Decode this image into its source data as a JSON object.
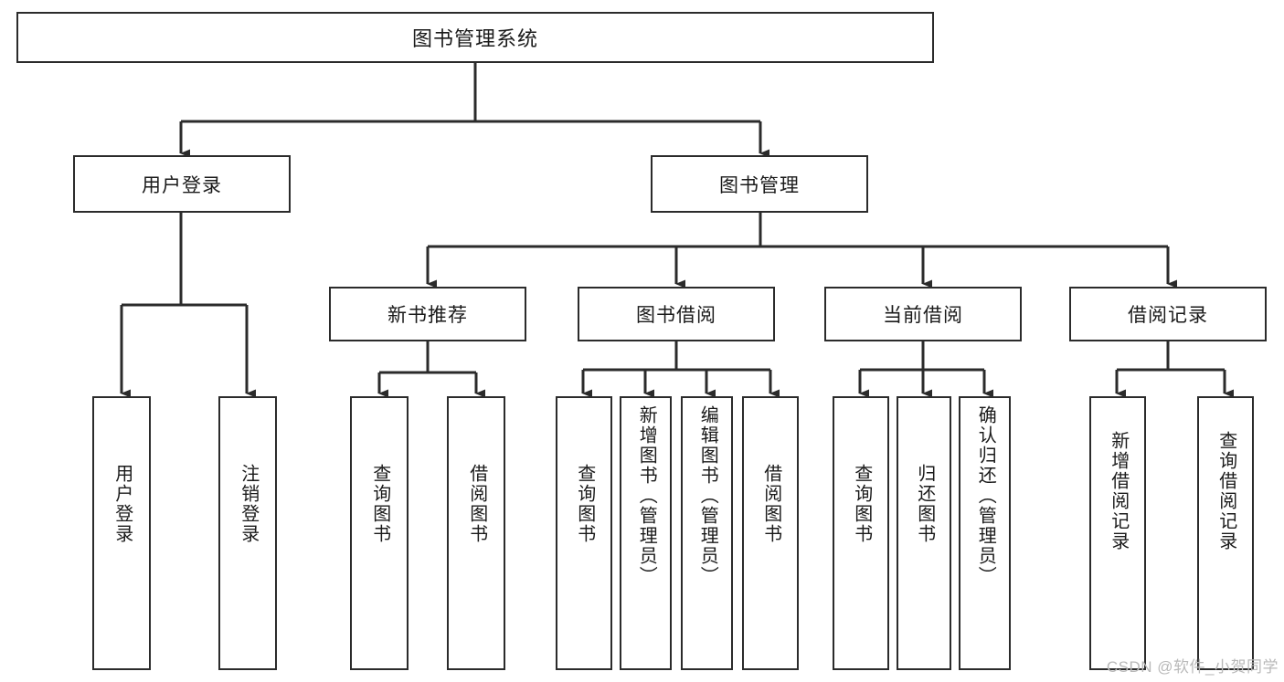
{
  "diagram": {
    "title": "图书管理系统",
    "type": "tree",
    "watermark": "CSDN @软件_小贺同学",
    "colors": {
      "border": "#2b2b2b",
      "background": "#ffffff",
      "text": "#1a1a1a",
      "edge": "#2b2b2b",
      "watermark": "#b9b9b9"
    },
    "nodes": {
      "root": {
        "label": "图书管理系统",
        "level": 1
      },
      "l2": [
        {
          "id": "user-login",
          "label": "用户登录",
          "level": 2
        },
        {
          "id": "book-manage",
          "label": "图书管理",
          "level": 2
        }
      ],
      "l3": [
        {
          "id": "new-book-recommend",
          "label": "新书推荐",
          "level": 3,
          "parent": "book-manage"
        },
        {
          "id": "book-borrow",
          "label": "图书借阅",
          "level": 3,
          "parent": "book-manage"
        },
        {
          "id": "current-borrow",
          "label": "当前借阅",
          "level": 3,
          "parent": "book-manage"
        },
        {
          "id": "borrow-record",
          "label": "借阅记录",
          "level": 3,
          "parent": "book-manage"
        }
      ],
      "leaves": [
        {
          "id": "leaf-user-login",
          "label": "用户登录",
          "parent": "user-login"
        },
        {
          "id": "leaf-logout-login",
          "label": "注销登录",
          "parent": "user-login"
        },
        {
          "id": "leaf-query-book-1",
          "label": "查询图书",
          "parent": "new-book-recommend"
        },
        {
          "id": "leaf-borrow-book-1",
          "label": "借阅图书",
          "parent": "new-book-recommend"
        },
        {
          "id": "leaf-query-book-2",
          "label": "查询图书",
          "parent": "book-borrow"
        },
        {
          "id": "leaf-add-book",
          "label": "新增图书（管理员）",
          "parent": "book-borrow"
        },
        {
          "id": "leaf-edit-book",
          "label": "编辑图书（管理员）",
          "parent": "book-borrow"
        },
        {
          "id": "leaf-borrow-book-2",
          "label": "借阅图书",
          "parent": "book-borrow"
        },
        {
          "id": "leaf-query-book-3",
          "label": "查询图书",
          "parent": "current-borrow"
        },
        {
          "id": "leaf-return-book",
          "label": "归还图书",
          "parent": "current-borrow"
        },
        {
          "id": "leaf-confirm-return",
          "label": "确认归还（管理员）",
          "parent": "current-borrow"
        },
        {
          "id": "leaf-add-record",
          "label": "新增借阅记录",
          "parent": "borrow-record"
        },
        {
          "id": "leaf-query-record",
          "label": "查询借阅记录",
          "parent": "borrow-record"
        }
      ]
    }
  }
}
